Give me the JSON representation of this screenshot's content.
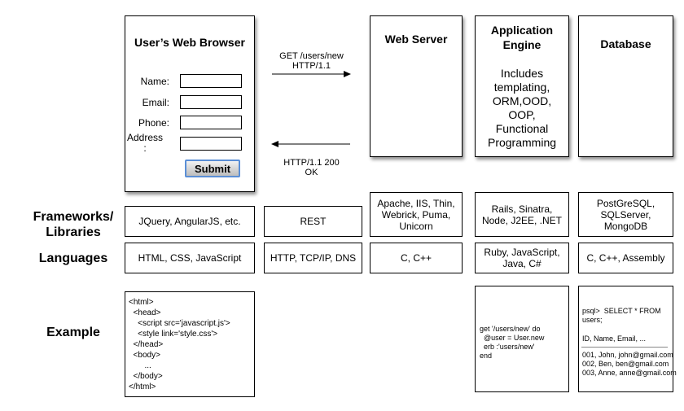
{
  "browser": {
    "title": "User’s Web Browser",
    "fields": [
      "Name:",
      "Email:",
      "Phone:",
      "Address\n:"
    ],
    "submit_label": "Submit"
  },
  "arrows": {
    "request": "GET /users/new\nHTTP/1.1",
    "response": "HTTP/1.1 200\nOK"
  },
  "components": {
    "web_server": "Web Server",
    "app_engine_title": "Application\nEngine",
    "app_engine_body": "Includes\ntemplating,\nORM,OOD,\nOOP,\nFunctional\nProgramming",
    "database": "Database"
  },
  "rows": {
    "frameworks_label": "Frameworks/\nLibraries",
    "languages_label": "Languages",
    "example_label": "Example"
  },
  "frameworks": {
    "browser": "JQuery, AngularJS, etc.",
    "network": "REST",
    "web_server": "Apache, IIS, Thin,\nWebrick, Puma,\nUnicorn",
    "app_engine": "Rails, Sinatra,\nNode, J2EE, .NET",
    "database": "PostGreSQL,\nSQLServer,\nMongoDB"
  },
  "languages": {
    "browser": "HTML, CSS, JavaScript",
    "network": "HTTP, TCP/IP, DNS",
    "web_server": "C, C++",
    "app_engine": "Ruby, JavaScript,\nJava, C#",
    "database": "C, C++, Assembly"
  },
  "examples": {
    "html": "<html>\n  <head>\n    <script src='javascript.js'>\n    <style link='style.css'>\n  </head>\n  <body>\n       ...\n  </body>\n</html>",
    "ruby": "get '/users/new' do\n  @user = User.new\n  erb :'users/new'\nend",
    "sql_query": "psql>  SELECT * FROM\nusers;",
    "sql_header": "ID, Name, Email, ...",
    "sql_rows": "001, John, john@gmail.com\n002, Ben, ben@gmail.com\n003, Anne, anne@gmail.com"
  }
}
